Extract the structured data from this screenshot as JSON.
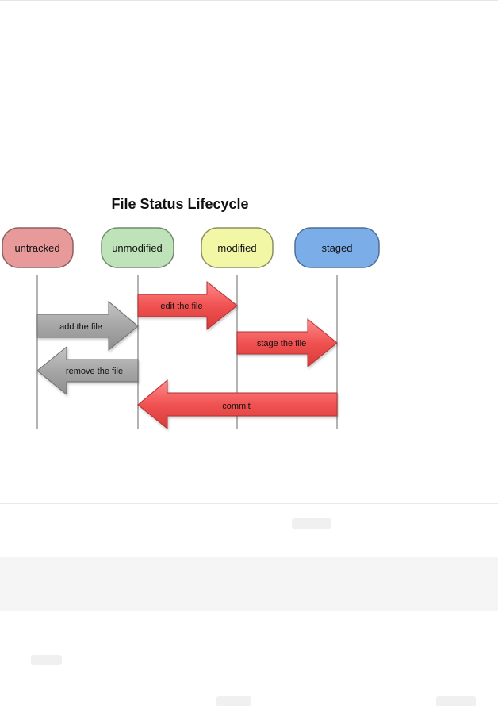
{
  "title": "File Status Lifecycle",
  "states": [
    {
      "label": "untracked",
      "fill": "#e8999a",
      "stroke": "#8a6060"
    },
    {
      "label": "unmodified",
      "fill": "#bfe3b8",
      "stroke": "#708a6c"
    },
    {
      "label": "modified",
      "fill": "#f2f7a6",
      "stroke": "#8c8f63"
    },
    {
      "label": "staged",
      "fill": "#7baee8",
      "stroke": "#4e6f96"
    }
  ],
  "transitions": [
    {
      "label": "add the file",
      "color": "gray"
    },
    {
      "label": "edit the file",
      "color": "red"
    },
    {
      "label": "stage the file",
      "color": "red"
    },
    {
      "label": "remove the file",
      "color": "gray"
    },
    {
      "label": "commit",
      "color": "red"
    }
  ],
  "colors": {
    "red_fill": "#ef5a5a",
    "gray_fill": "#a8a8a8",
    "lifeline": "#9a9a9a",
    "title": "#111111"
  }
}
